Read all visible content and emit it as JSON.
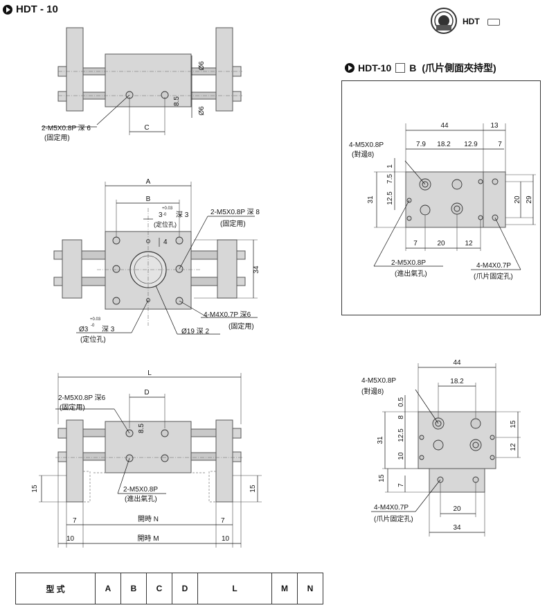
{
  "titles": {
    "main": "HDT - 10",
    "variant": "HDT-10",
    "variant_suffix": "B",
    "variant_desc": "(爪片側面夾持型)",
    "logo_text": "HDT"
  },
  "front_view": {
    "phi6_top": "Ø6",
    "phi6_bot": "Ø6",
    "dim_85": "8.5",
    "dim_c": "C",
    "screw_label": "2-M5X0.8P 深 6",
    "screw_note": "(固定用)"
  },
  "top_view": {
    "dim_a": "A",
    "dim_b": "B",
    "dim_3": "3",
    "tol_up": "+0.03",
    "tol_low": "-0",
    "depth": "深 3",
    "locating": "(定位孔)",
    "dim_4": "4",
    "screw_label": "2-M5X0.8P 深 8",
    "screw_note": "(固定用)",
    "dim_34": "34",
    "bottom_hole_label": "4-M4X0.7P 深6",
    "bottom_hole_note": "(固定用)",
    "pin_label": "Ø3",
    "pin_tol_up": "+0.03",
    "pin_tol_low": "-0",
    "pin_depth": "深 3",
    "pin_note": "(定位孔)",
    "bore_label": "Ø19 深  2"
  },
  "side_view": {
    "dim_l": "L",
    "dim_d": "D",
    "dim_85": "8.5",
    "screw_label": "2-M5X0.8P 深6",
    "screw_note": "(固定用)",
    "port_label": "2-M5X0.8P",
    "port_note": "(進出氣孔)",
    "dim_15_left": "15",
    "dim_15_right": "15",
    "dim_7_left": "7",
    "dim_7_right": "7",
    "open_n": "開時 N",
    "dim_10_left": "10",
    "dim_10_right": "10",
    "open_m": "開時 M"
  },
  "variant_view": {
    "dim_44": "44",
    "dim_13": "13",
    "dim_79": "7.9",
    "dim_182": "18.2",
    "dim_129": "12.9",
    "dim_7a": "7",
    "screw_label": "4-M5X0.8P",
    "screw_note": "(對邊8)",
    "dim_1": "1",
    "dim_75": "7.5",
    "dim_31": "31",
    "dim_125": "12.5",
    "dim_20v": "20",
    "dim_29": "29",
    "dim_7b": "7",
    "dim_20h": "20",
    "dim_12": "12",
    "port_label": "2-M5X0.8P",
    "port_note": "(進出氣孔)",
    "jaw_label": "4-M4X0.7P",
    "jaw_note": "(爪片固定孔)"
  },
  "variant_side": {
    "dim_44": "44",
    "dim_182": "18.2",
    "screw_label": "4-M5X0.8P",
    "screw_note": "(對邊8)",
    "dim_05": "0.5",
    "dim_8": "8",
    "dim_31": "31",
    "dim_125": "12.5",
    "dim_10": "10",
    "dim_15r": "15",
    "dim_12r": "12",
    "dim_15l": "15",
    "dim_7": "7",
    "jaw_label": "4-M4X0.7P",
    "jaw_note": "(爪片固定孔)",
    "dim_20": "20",
    "dim_34": "34"
  },
  "spec_table": {
    "headers": [
      "型 式",
      "A",
      "B",
      "C",
      "D",
      "L",
      "M",
      "N"
    ]
  }
}
